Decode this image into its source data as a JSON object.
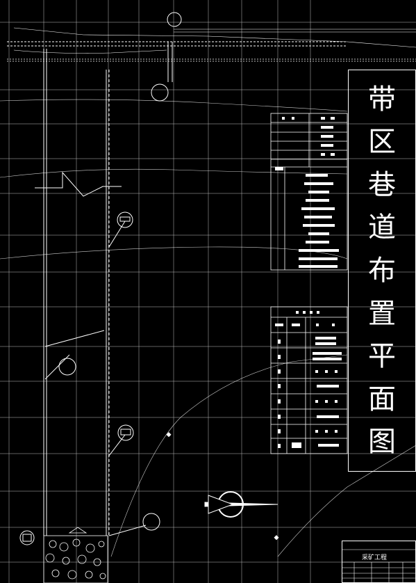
{
  "title_chars": [
    "带",
    "区",
    "巷",
    "道",
    "布",
    "置",
    "平",
    "面",
    "图"
  ],
  "titleblock": {
    "project_name": "采矿工程"
  },
  "colors": {
    "background": "#000000",
    "line": "#ffffff",
    "grid": "#ffffff"
  },
  "icons": [
    "compass-rose-icon",
    "conveyor-icon",
    "rail-car-icon",
    "fan-icon",
    "well-symbol-icon"
  ]
}
